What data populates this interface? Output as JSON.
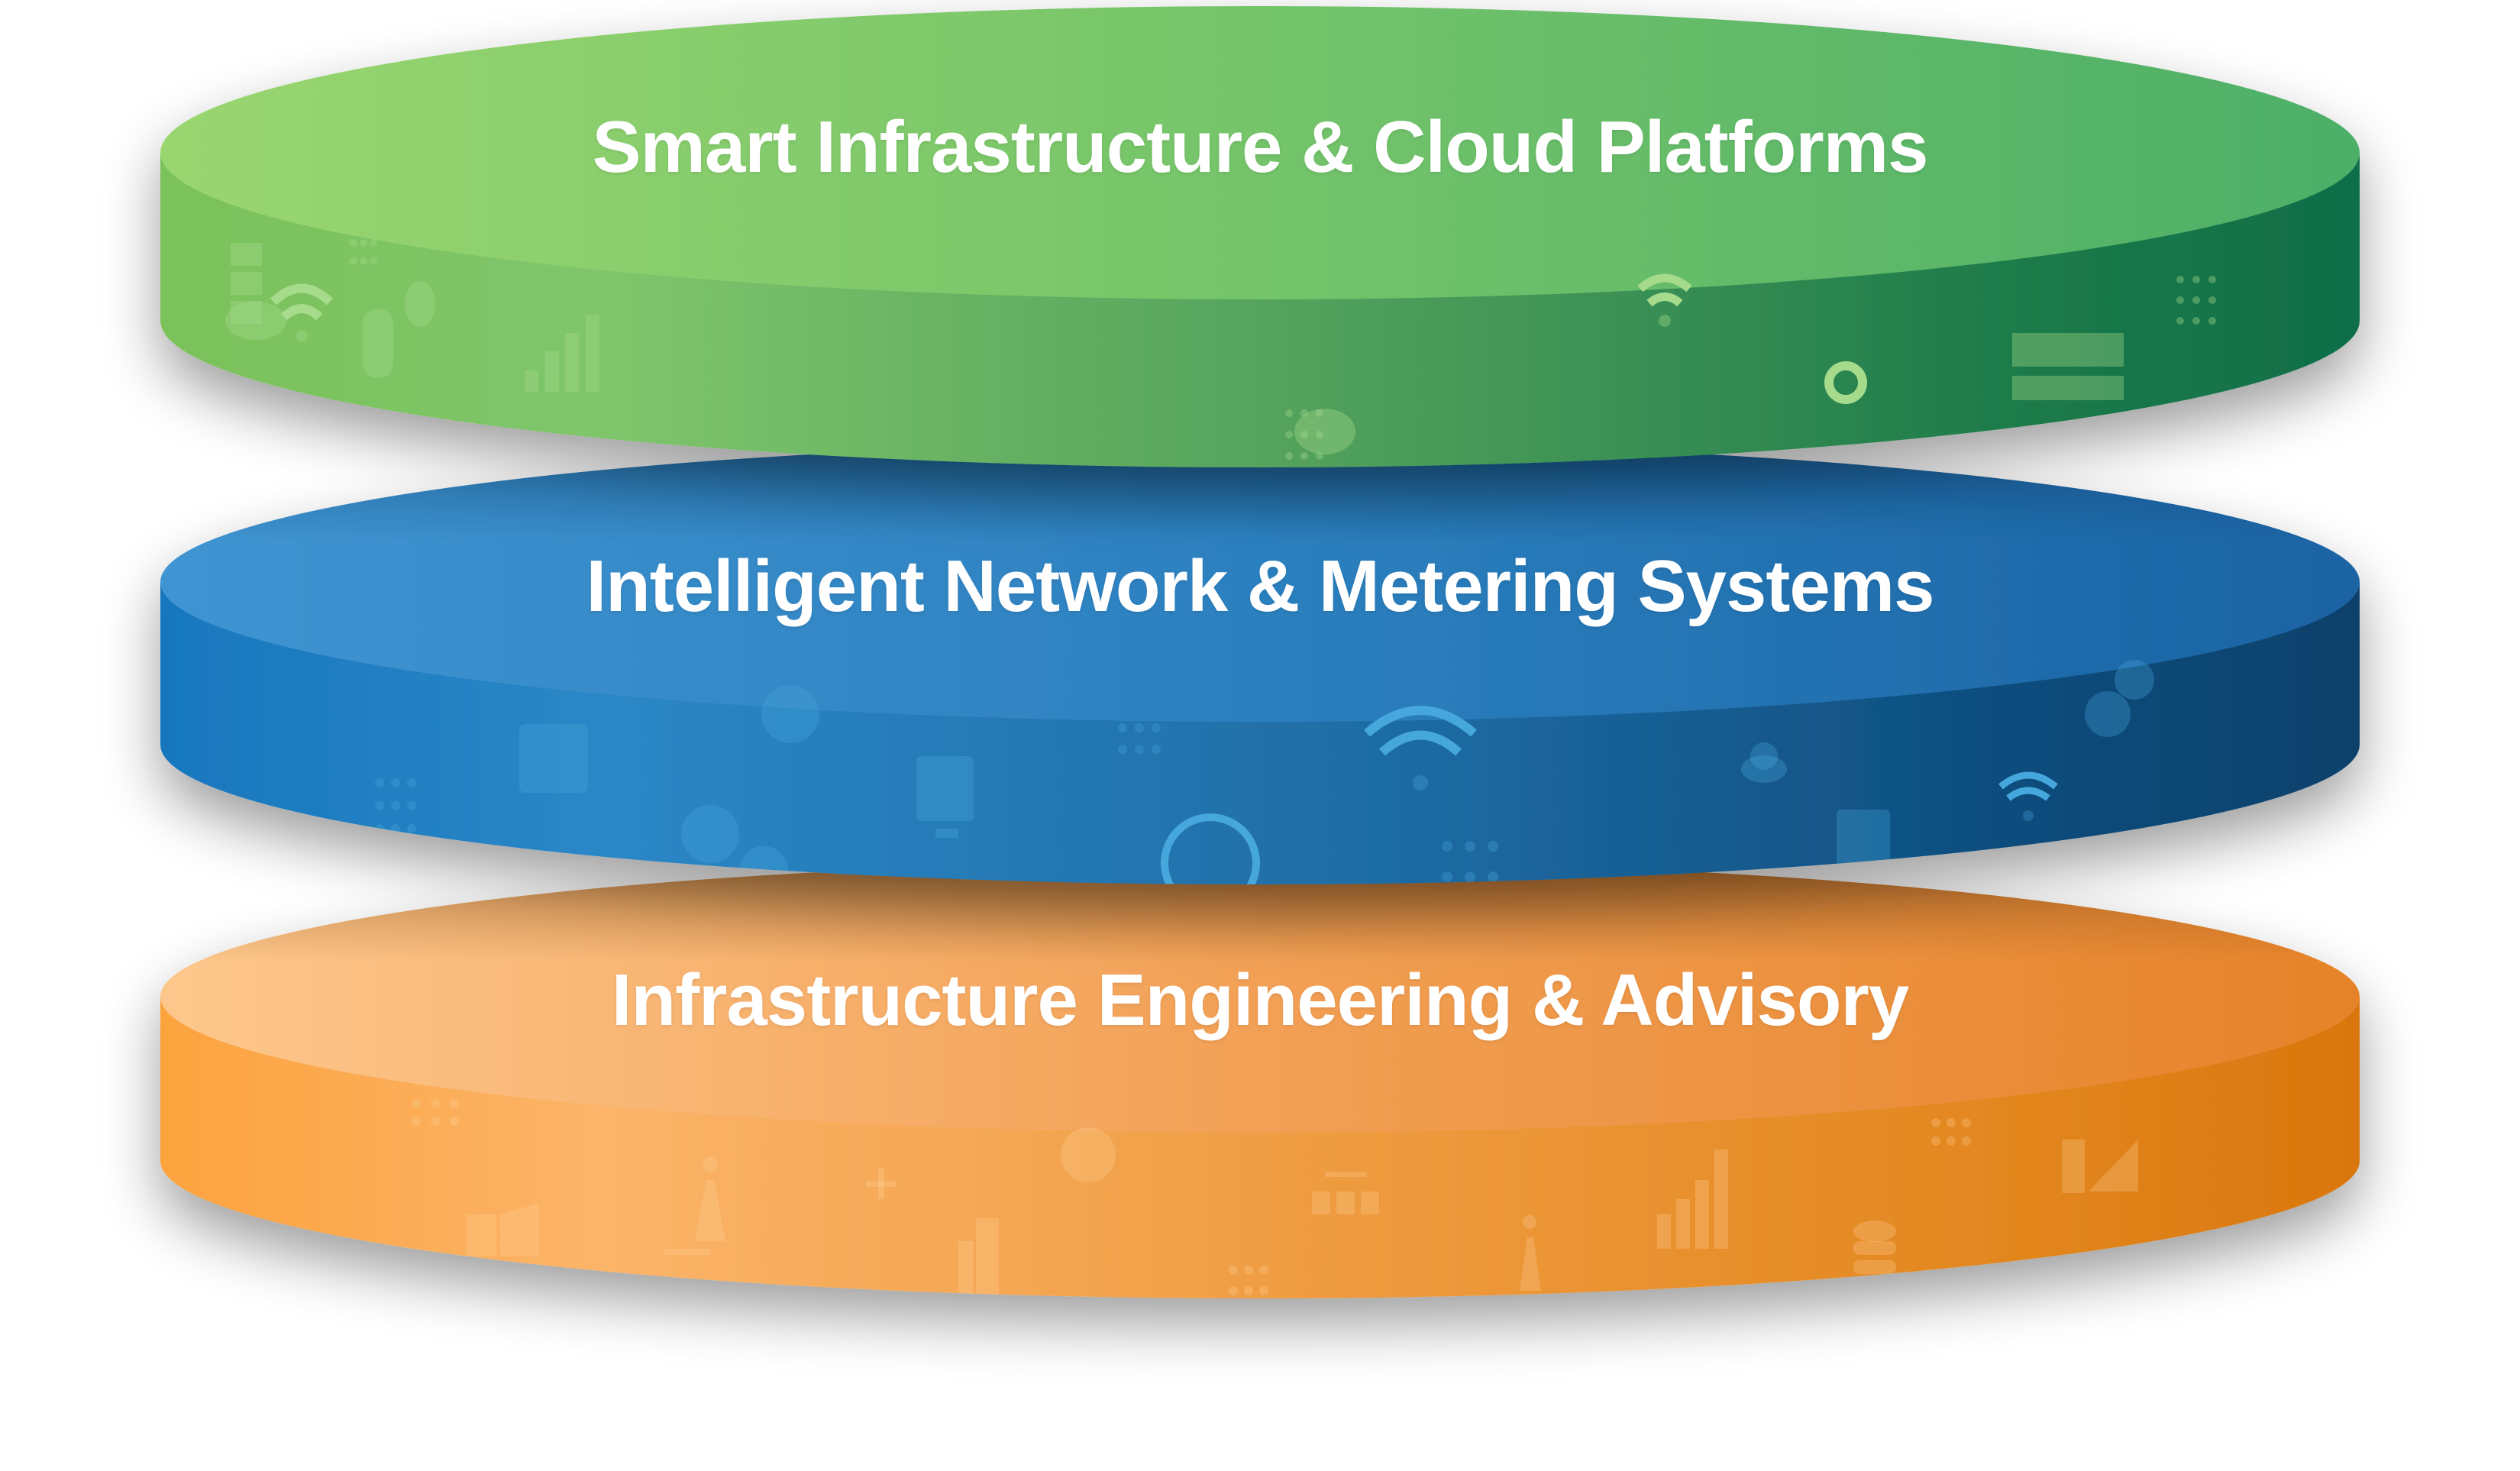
{
  "diagram": {
    "type": "stacked-layers",
    "layers": [
      {
        "id": "top",
        "label": "Smart Infrastructure & Cloud Platforms",
        "colors": {
          "top_left": "#98D56E",
          "top_right": "#4DB06A",
          "side_left": "#7CC35A",
          "side_right": "#0F6E48"
        },
        "icons": [
          "server-cloud-icon",
          "wifi-icon",
          "dots-grid-icon",
          "database-cloud-icon",
          "cloud-icon",
          "sun-gear-icon",
          "bar-chart-icon",
          "dots-grid-icon",
          "cloud-icon",
          "wifi-icon",
          "sun-gear-icon",
          "server-cloud-icon",
          "dots-grid-icon"
        ]
      },
      {
        "id": "middle",
        "label": "Intelligent Network & Metering Systems",
        "colors": {
          "top_left": "#3E93D0",
          "top_right": "#1A63A3",
          "side_left": "#1B7BC1",
          "side_right": "#0B416B"
        },
        "icons": [
          "dots-grid-icon",
          "chip-icon",
          "globe-icon",
          "gears-icon",
          "monitor-gear-icon",
          "dots-grid-icon",
          "globe-icon",
          "wifi-icon",
          "dots-grid-icon",
          "cloud-icon",
          "chip-icon",
          "gears-icon",
          "wifi-icon",
          "dots-grid-icon"
        ]
      },
      {
        "id": "bottom",
        "label": "Infrastructure Engineering & Advisory",
        "colors": {
          "top_left": "#FDC68B",
          "top_right": "#E6832A",
          "side_left": "#FBA33F",
          "side_right": "#D9760D"
        },
        "icons": [
          "dots-grid-icon",
          "blueprint-icon",
          "tower-icon",
          "plus-icon",
          "building-icon",
          "gear-icon",
          "dots-grid-icon",
          "database-network-icon",
          "tower-icon",
          "bar-chart-icon",
          "database-icon",
          "dots-grid-icon",
          "blueprint-icon"
        ]
      }
    ]
  }
}
